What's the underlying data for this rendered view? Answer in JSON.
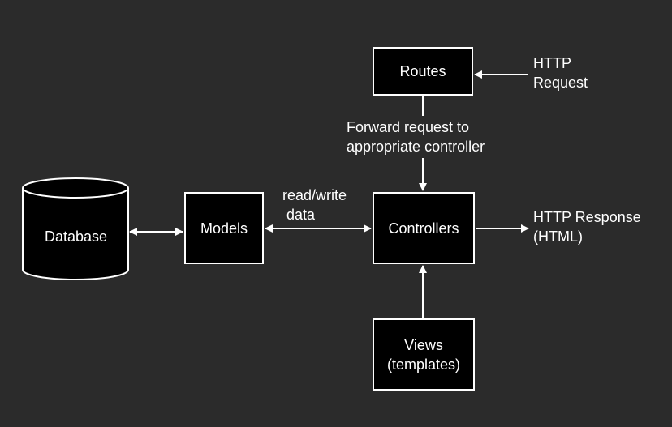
{
  "nodes": {
    "database": "Database",
    "models": "Models",
    "controllers": "Controllers",
    "routes": "Routes",
    "views": {
      "line1": "Views",
      "line2": "(templates)"
    }
  },
  "labels": {
    "http_request": {
      "line1": "HTTP",
      "line2": "Request"
    },
    "forward": {
      "line1": "Forward request to",
      "line2": "appropriate controller"
    },
    "read_write": {
      "line1": "read/write",
      "line2": "data"
    },
    "http_response": {
      "line1": "HTTP Response",
      "line2": "(HTML)"
    }
  },
  "colors": {
    "background": "#2b2b2b",
    "node_fill": "#000000",
    "stroke": "#ffffff",
    "text": "#ffffff"
  }
}
